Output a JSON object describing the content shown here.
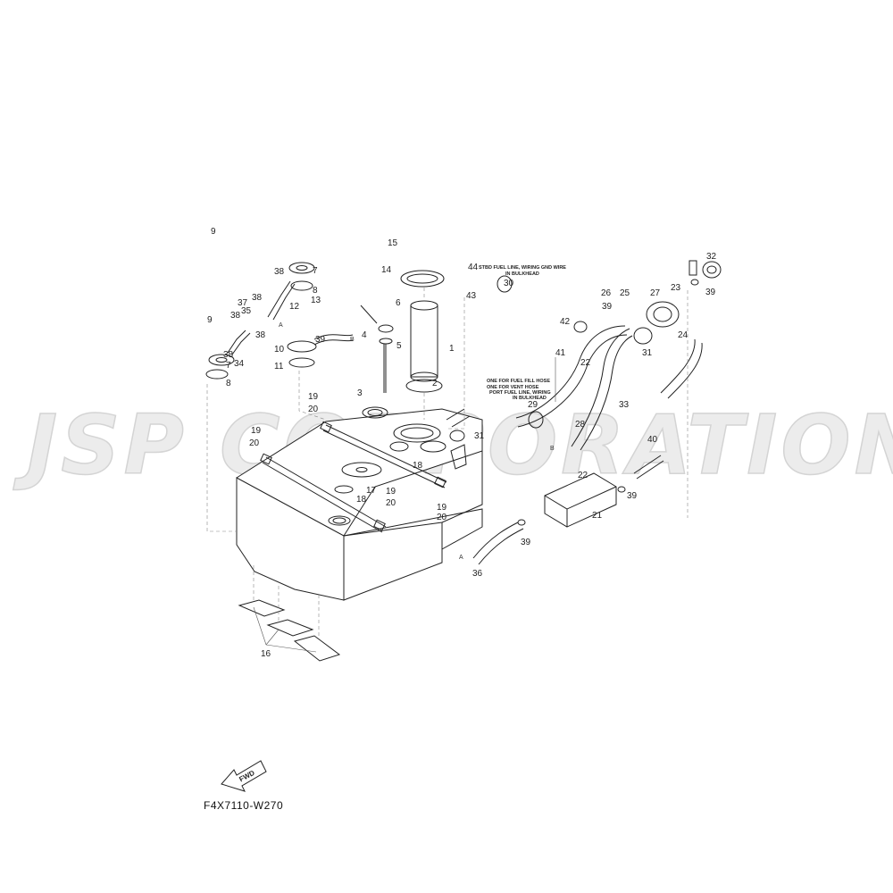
{
  "watermark": {
    "text": "JSP CORPORATION"
  },
  "diagram": {
    "code": "F4X7110-W270",
    "fwd_label": "FWD",
    "notes": {
      "stbd": [
        "STBD FUEL LINE, WIRING GND WIRE",
        "IN BULKHEAD"
      ],
      "port": [
        "ONE FOR FUEL FILL HOSE",
        "ONE FOR VENT HOSE",
        "PORT FUEL LINE, WIRING",
        "IN BULKHEAD"
      ]
    },
    "refs": {
      "a": "A",
      "b": "B"
    },
    "labels": [
      {
        "n": "1"
      },
      {
        "n": "2"
      },
      {
        "n": "3"
      },
      {
        "n": "4"
      },
      {
        "n": "5"
      },
      {
        "n": "6"
      },
      {
        "n": "7"
      },
      {
        "n": "8"
      },
      {
        "n": "7"
      },
      {
        "n": "8"
      },
      {
        "n": "9"
      },
      {
        "n": "9"
      },
      {
        "n": "10"
      },
      {
        "n": "11"
      },
      {
        "n": "12"
      },
      {
        "n": "13"
      },
      {
        "n": "14"
      },
      {
        "n": "15"
      },
      {
        "n": "16"
      },
      {
        "n": "17"
      },
      {
        "n": "18"
      },
      {
        "n": "18"
      },
      {
        "n": "19"
      },
      {
        "n": "20"
      },
      {
        "n": "19"
      },
      {
        "n": "20"
      },
      {
        "n": "19"
      },
      {
        "n": "20"
      },
      {
        "n": "19"
      },
      {
        "n": "20"
      },
      {
        "n": "21"
      },
      {
        "n": "22"
      },
      {
        "n": "22"
      },
      {
        "n": "23"
      },
      {
        "n": "24"
      },
      {
        "n": "25"
      },
      {
        "n": "26"
      },
      {
        "n": "27"
      },
      {
        "n": "28"
      },
      {
        "n": "29"
      },
      {
        "n": "30"
      },
      {
        "n": "31"
      },
      {
        "n": "31"
      },
      {
        "n": "32"
      },
      {
        "n": "33"
      },
      {
        "n": "34"
      },
      {
        "n": "35"
      },
      {
        "n": "36"
      },
      {
        "n": "37"
      },
      {
        "n": "38"
      },
      {
        "n": "38"
      },
      {
        "n": "38"
      },
      {
        "n": "38"
      },
      {
        "n": "38"
      },
      {
        "n": "39"
      },
      {
        "n": "39"
      },
      {
        "n": "39"
      },
      {
        "n": "39"
      },
      {
        "n": "39"
      },
      {
        "n": "40"
      },
      {
        "n": "41"
      },
      {
        "n": "42"
      },
      {
        "n": "43"
      },
      {
        "n": "44"
      }
    ]
  }
}
